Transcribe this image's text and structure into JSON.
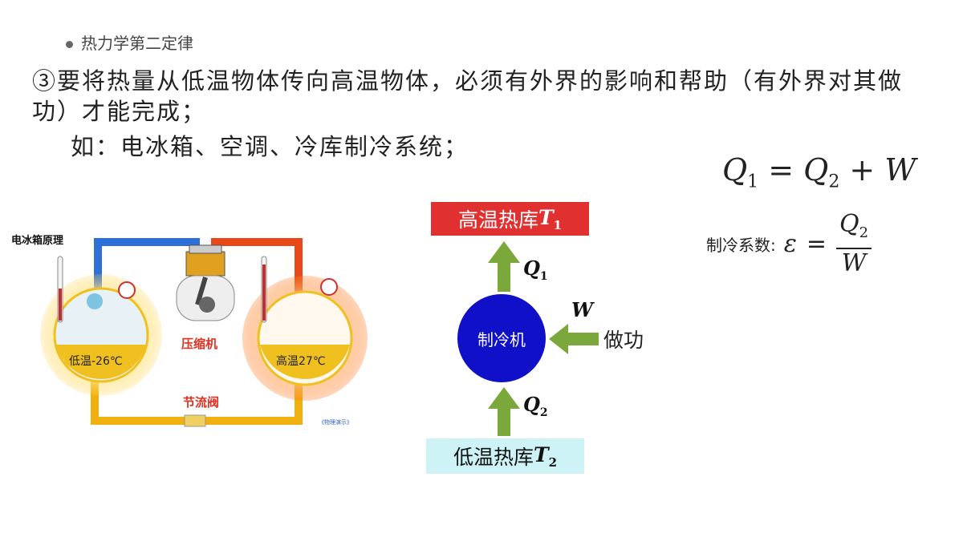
{
  "header": {
    "bullet": "热力学第二定律"
  },
  "body": {
    "para1": "③要将热量从低温物体传向高温物体，必须有外界的影响和帮助（有外界对其做功）才能完成；",
    "para2": "如：电冰箱、空调、冷库制冷系统；"
  },
  "formulas": {
    "eq1_q1": "Q",
    "eq1_q1_sub": "1",
    "eq1_eq": " = ",
    "eq1_q2": "Q",
    "eq1_q2_sub": "2",
    "eq1_plus": " + ",
    "eq1_w": "W",
    "coef_label": "制冷系数:",
    "coef_eps": "ε",
    "coef_eq": "=",
    "coef_num": "Q",
    "coef_num_sub": "2",
    "coef_den": "W"
  },
  "diagram": {
    "hot_reservoir": "高温热库",
    "hot_T": "T",
    "hot_T_sub": "1",
    "cold_reservoir": "低温热库",
    "cold_T": "T",
    "cold_T_sub": "2",
    "machine": "制冷机",
    "q1": "Q",
    "q1_sub": "1",
    "q2": "Q",
    "q2_sub": "2",
    "w": "W",
    "work_text": "做功"
  },
  "fridge": {
    "title": "电冰箱原理",
    "low_temp": "低温-26℃",
    "high_temp": "高温27℃",
    "compressor": "压缩机",
    "valve": "节流阀",
    "source": "《物理演示》"
  },
  "colors": {
    "hot_box": "#e03030",
    "cold_box": "#cdf3f7",
    "machine": "#1010c8",
    "arrow": "#7aa83a"
  }
}
